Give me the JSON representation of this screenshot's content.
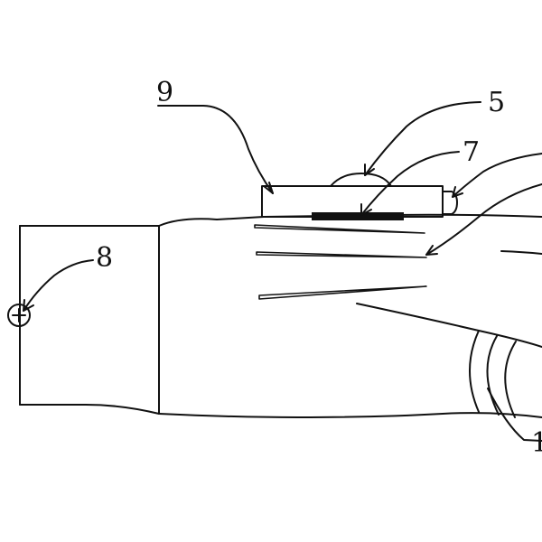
{
  "figure": {
    "reference_labels": {
      "label_9": "9",
      "label_5": "5",
      "label_7": "7",
      "label_8": "8",
      "label_1_partial": "1"
    }
  }
}
